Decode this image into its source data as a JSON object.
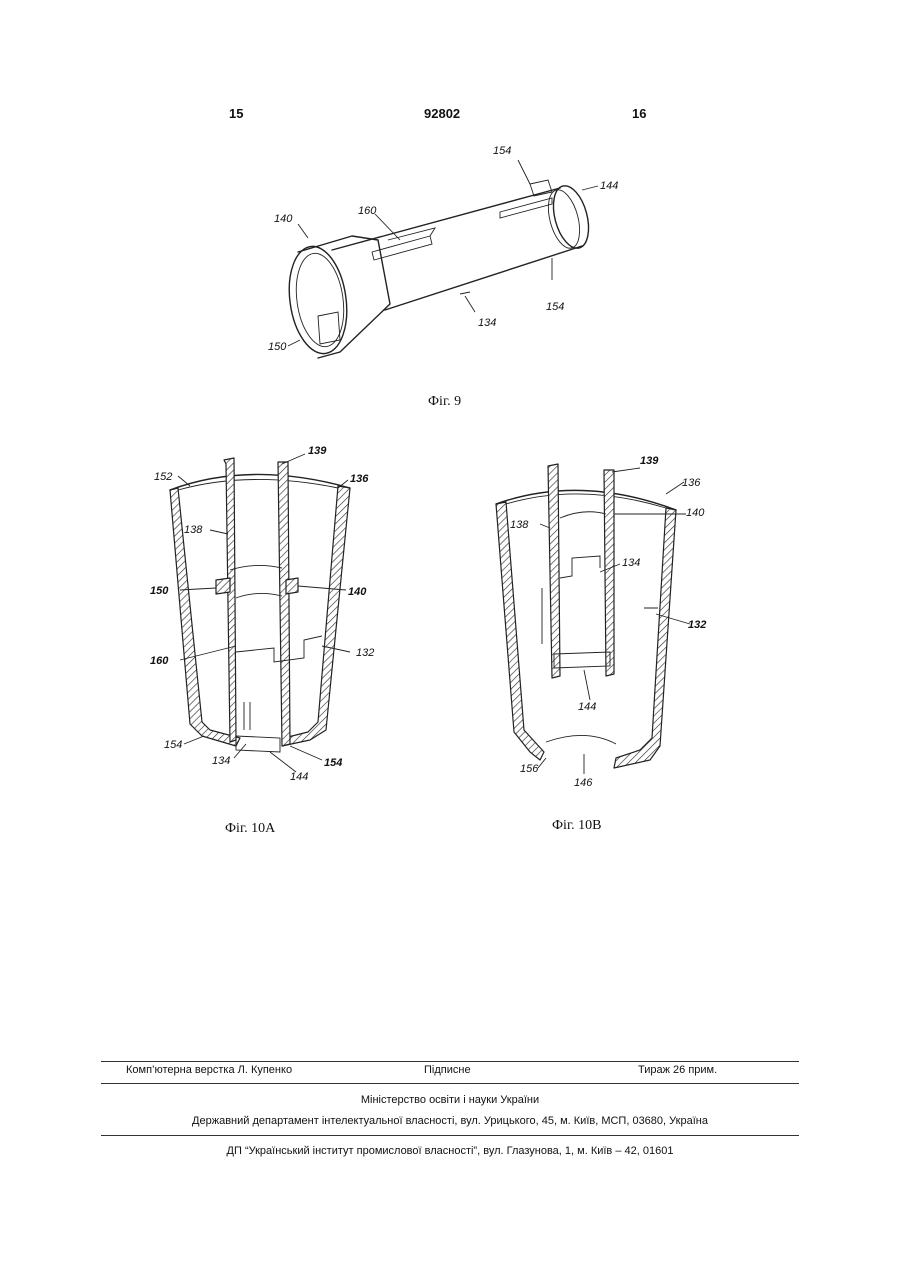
{
  "header": {
    "page_left": "15",
    "patent_number": "92802",
    "page_right": "16"
  },
  "figures": {
    "fig9": {
      "caption": "Фіг. 9",
      "labels": {
        "l154a": "154",
        "l144": "144",
        "l160": "160",
        "l140": "140",
        "l154b": "154",
        "l134": "134",
        "l150": "150"
      }
    },
    "fig10a": {
      "caption": "Фіг. 10А",
      "labels": {
        "l139": "139",
        "l152": "152",
        "l136": "136",
        "l138": "138",
        "l150": "150",
        "l140": "140",
        "l160": "160",
        "l132": "132",
        "l154a": "154",
        "l134": "134",
        "l144": "144",
        "l154b": "154"
      }
    },
    "fig10b": {
      "caption": "Фіг. 10В",
      "labels": {
        "l139": "139",
        "l136": "136",
        "l140": "140",
        "l138": "138",
        "l134": "134",
        "l132": "132",
        "l144": "144",
        "l156": "156",
        "l146": "146"
      }
    }
  },
  "footer": {
    "layout": "Комп’ютерна верстка Л. Купенко",
    "signed": "Підписне",
    "circulation": "Тираж 26 прим.",
    "ministry": "Міністерство освіти і науки України",
    "department": "Державний департамент інтелектуальної власності, вул. Урицького, 45, м. Київ, МСП, 03680, Україна",
    "institute": "ДП “Український інститут промислової власності”, вул. Глазунова, 1, м. Київ – 42, 01601"
  }
}
